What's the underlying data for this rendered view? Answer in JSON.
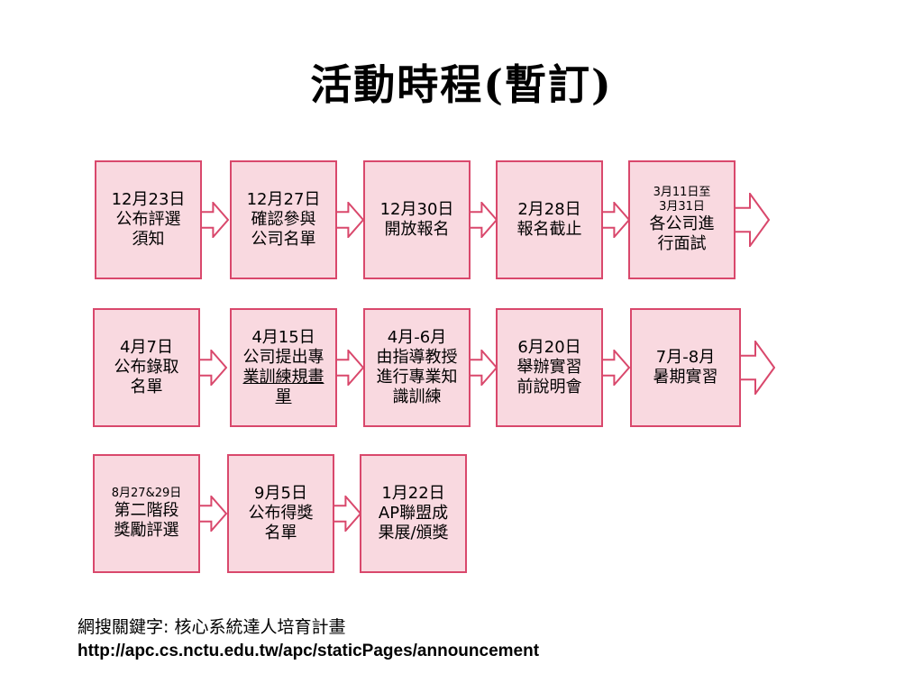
{
  "title": "活動時程(暫訂)",
  "steps": [
    {
      "date": "12月23日",
      "desc": [
        "公布評選",
        "須知"
      ]
    },
    {
      "date": "12月27日",
      "desc": [
        "確認參與",
        "公司名單"
      ]
    },
    {
      "date": "12月30日",
      "desc": [
        "開放報名"
      ]
    },
    {
      "date": "2月28日",
      "desc": [
        "報名截止"
      ]
    },
    {
      "date": "3月11日至",
      "date2": "3月31日",
      "desc": [
        "各公司進",
        "行面試"
      ]
    },
    {
      "date": "4月7日",
      "desc": [
        "公布錄取",
        "名單"
      ]
    },
    {
      "date": "4月15日",
      "desc": [
        "公司提出專",
        "業訓練規畫",
        "單"
      ]
    },
    {
      "date": "4月-6月",
      "desc": [
        "由指導教授",
        "進行專業知",
        "識訓練"
      ]
    },
    {
      "date": "6月20日",
      "desc": [
        "舉辦實習",
        "前說明會"
      ]
    },
    {
      "date": "7月-8月",
      "desc": [
        "暑期實習"
      ]
    },
    {
      "date": "8月27&29日",
      "desc": [
        "第二階段",
        "獎勵評選"
      ]
    },
    {
      "date": "9月5日",
      "desc": [
        "公布得獎",
        "名單"
      ]
    },
    {
      "date": "1月22日",
      "desc": [
        "AP聯盟成",
        "果展/頒獎"
      ]
    }
  ],
  "footer": {
    "keyword": "網搜關鍵字: 核心系統達人培育計畫",
    "url": "http://apc.cs.nctu.edu.tw/apc/staticPages/announcement"
  },
  "colors": {
    "box_fill": "#f9d9e0",
    "box_border": "#d9486c",
    "arrow_fill": "#ffffff",
    "arrow_border": "#d9486c"
  }
}
